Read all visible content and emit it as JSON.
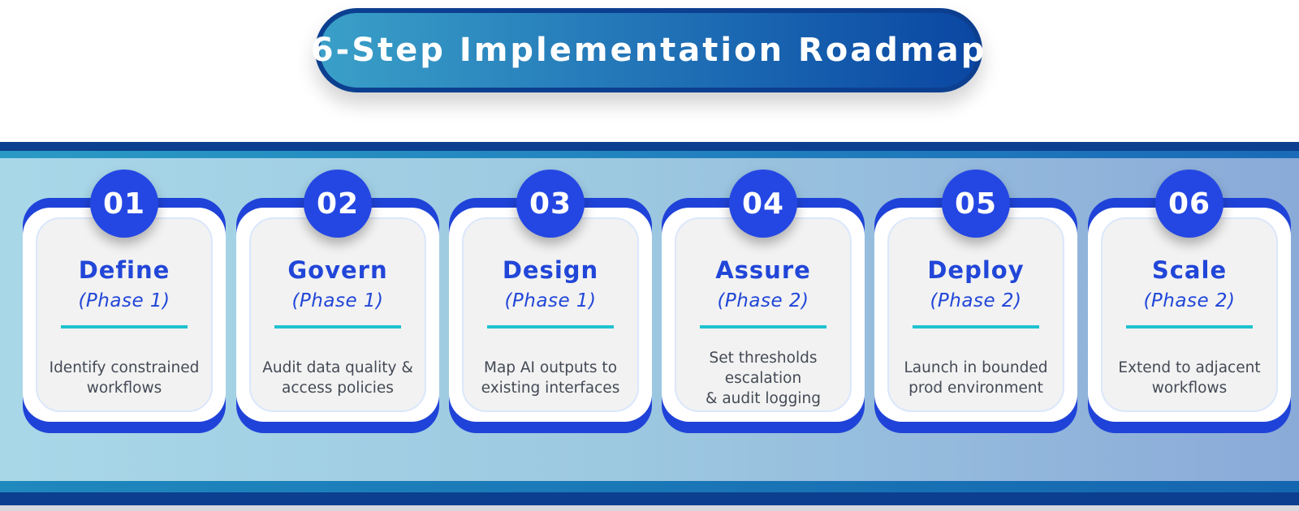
{
  "title": "6-Step Implementation Roadmap",
  "colors": {
    "primary": "#2447e3",
    "navy": "#0c3f8f",
    "accent_rule": "#20c2d0",
    "card": "#f2f2f2"
  },
  "steps": [
    {
      "number": "01",
      "title": "Define",
      "phase": "(Phase 1)",
      "description": "Identify constrained\nworkflows"
    },
    {
      "number": "02",
      "title": "Govern",
      "phase": "(Phase 1)",
      "description": "Audit data quality &\naccess policies"
    },
    {
      "number": "03",
      "title": "Design",
      "phase": "(Phase 1)",
      "description": "Map AI outputs to\nexisting interfaces"
    },
    {
      "number": "04",
      "title": "Assure",
      "phase": "(Phase 2)",
      "description": "Set thresholds\nescalation\n& audit logging"
    },
    {
      "number": "05",
      "title": "Deploy",
      "phase": "(Phase 2)",
      "description": "Launch in bounded\nprod environment"
    },
    {
      "number": "06",
      "title": "Scale",
      "phase": "(Phase 2)",
      "description": "Extend to adjacent\nworkflows"
    }
  ]
}
